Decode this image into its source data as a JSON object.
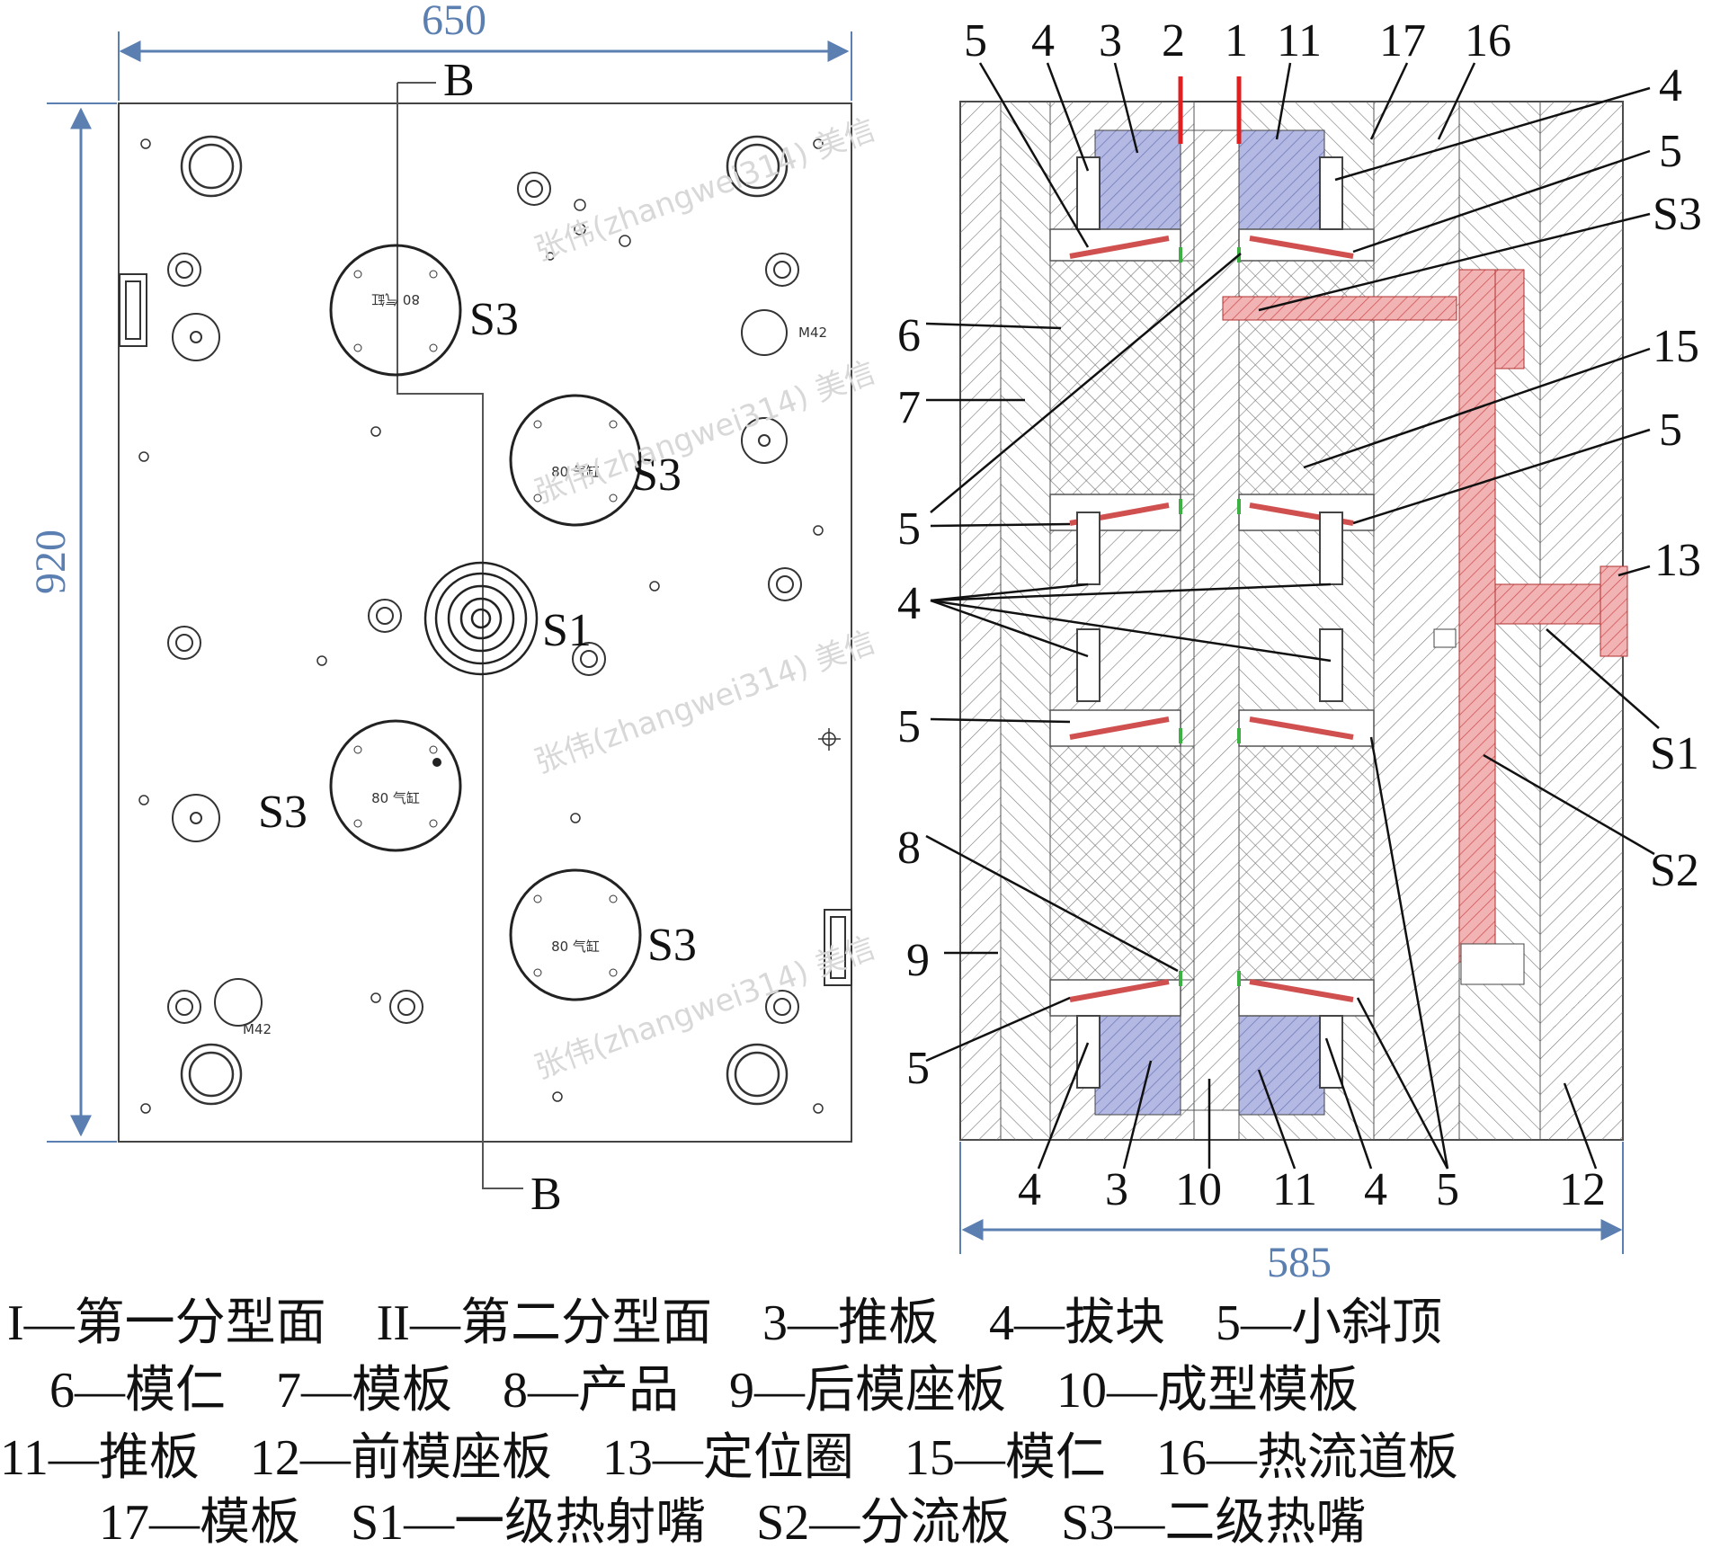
{
  "left_view": {
    "width_dim": "650",
    "height_dim": "920",
    "section_label_top": "B",
    "section_label_bottom": "B",
    "nozzles": [
      {
        "tag": "S3",
        "inner_text": "80 气缸"
      },
      {
        "tag": "S3",
        "inner_text": "80 气缸"
      },
      {
        "tag": "S3",
        "inner_text": "80 气缸"
      },
      {
        "tag": "S3",
        "inner_text": "80 气缸"
      }
    ],
    "main_nozzle_tag": "S1",
    "small_text_a": "M42",
    "small_text_b": "M42",
    "watermark": "张伟(zhangwei314) 美信"
  },
  "right_view": {
    "width_dim": "585",
    "top_numbers": [
      "5",
      "4",
      "3",
      "2",
      "1",
      "11",
      "17",
      "16"
    ],
    "right_labels": [
      "4",
      "5",
      "S3",
      "15",
      "5",
      "13",
      "S1",
      "S2"
    ],
    "left_labels": [
      "6",
      "7",
      "5",
      "4",
      "5",
      "8",
      "9",
      "5"
    ],
    "bottom_numbers": [
      "4",
      "3",
      "10",
      "11",
      "4",
      "5",
      "12"
    ]
  },
  "legend": {
    "line1": "I—第一分型面    II—第二分型面    3—推板    4—拔块    5—小斜顶",
    "line2": "6—模仁    7—模板    8—产品    9—后模座板    10—成型模板",
    "line3": "11—推板    12—前模座板    13—定位圈    15—模仁    16—热流道板",
    "line4": "17—模板    S1—一级热射嘴    S2—分流板    S3—二级热嘴"
  },
  "colors": {
    "dimension": "#5b7fb0",
    "hot_runner": "#e06666",
    "push_plate": "#9aa3d6",
    "marker_red": "#e02020",
    "marker_green": "#3cb043"
  }
}
